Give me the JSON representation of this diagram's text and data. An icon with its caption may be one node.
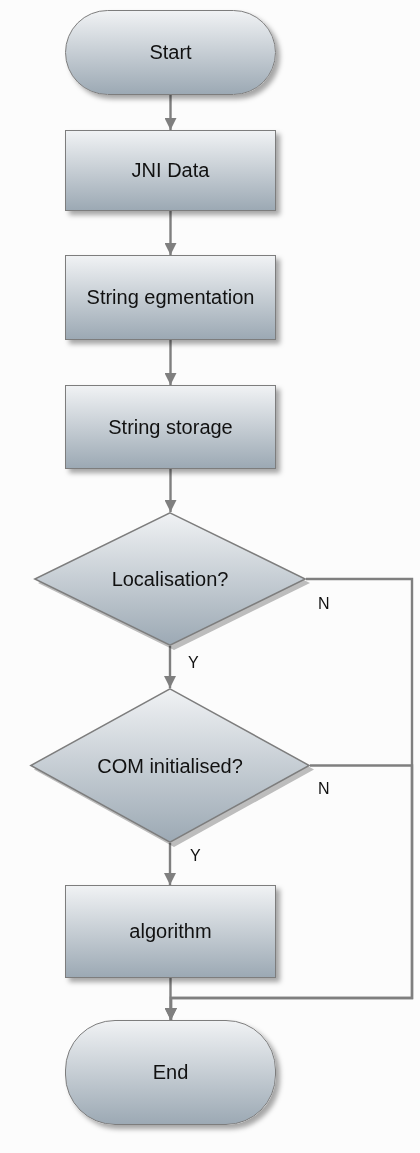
{
  "diagram": {
    "nodes": [
      {
        "text": [
          "Start"
        ]
      },
      {
        "text": [
          "JNI Data"
        ]
      },
      {
        "text": [
          "String egmentation"
        ]
      },
      {
        "text": [
          "String storage"
        ]
      },
      {
        "text": [
          "Localisation?"
        ]
      },
      {
        "text": [
          "COM initialised?"
        ]
      },
      {
        "text": [
          "algorithm"
        ]
      },
      {
        "text": [
          "End"
        ]
      }
    ],
    "edges": [
      {
        "from": 0,
        "to": 1,
        "arrow": "to"
      },
      {
        "from": 1,
        "to": 2,
        "arrow": "to"
      },
      {
        "from": 2,
        "to": 3,
        "arrow": "to"
      },
      {
        "from": 3,
        "to": 4,
        "arrow": "to"
      },
      {
        "from": 4,
        "to": 5,
        "arrow": "to",
        "label": "Y"
      },
      {
        "from": 5,
        "to": 6,
        "arrow": "to",
        "label": "Y"
      },
      {
        "from": 6,
        "to": 7,
        "arrow": "to"
      },
      {
        "from": 4,
        "to": 7,
        "arrow": "to",
        "label": "N"
      },
      {
        "from": 5,
        "to": 7,
        "arrow": "to",
        "label": "N"
      }
    ]
  }
}
